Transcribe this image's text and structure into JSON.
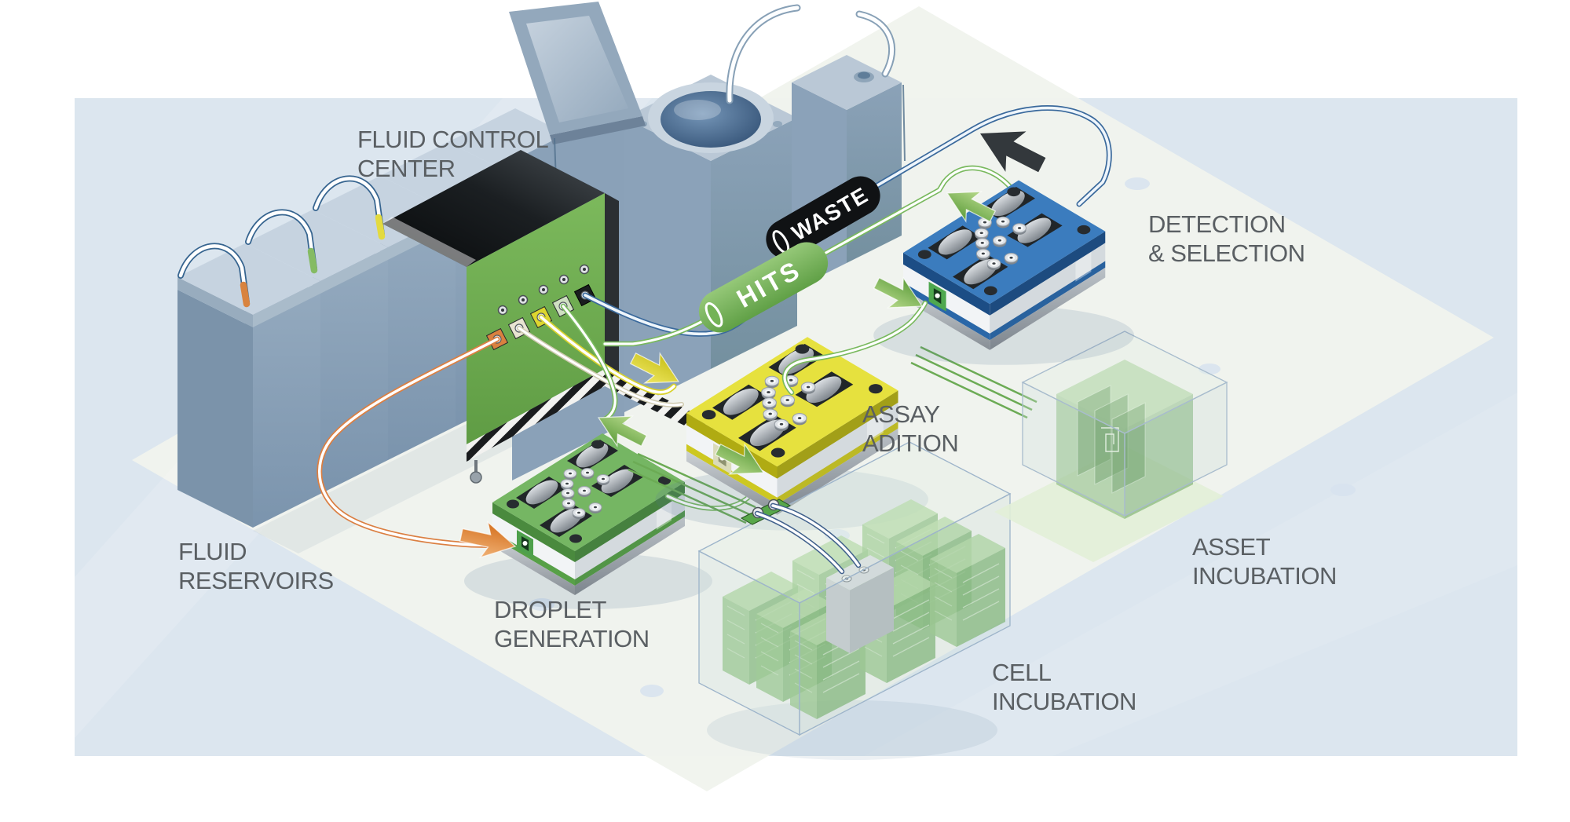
{
  "illustration": {
    "labels": {
      "fluid_control_center": [
        "FLUID CONTROL",
        "CENTER"
      ],
      "fluid_reservoirs": [
        "FLUID",
        "RESERVOIRS"
      ],
      "droplet_generation": [
        "DROPLET",
        "GENERATION"
      ],
      "assay_adition": [
        "ASSAY",
        "ADITION"
      ],
      "cell_incubation": [
        "CELL",
        "INCUBATION"
      ],
      "asset_incubation": [
        "ASSET",
        "INCUBATION"
      ],
      "detection_selection": [
        "DETECTION",
        "& SELECTION"
      ]
    },
    "flow_tags": {
      "waste": "WASTE",
      "hits": "HITS"
    },
    "colors": {
      "background_panel": "#dce6ef",
      "platform": "#f0f4ed",
      "label_text": "#5a5f63",
      "reservoir_body": "#8ba2b9",
      "control_center_green": "#6fae4e",
      "control_center_top": "#16181a",
      "droplet_chip": "#6db25a",
      "assay_chip": "#e5e032",
      "detection_chip": "#2f74ba",
      "tube_orange": "#db7f42",
      "tube_yellow": "#d9d22e",
      "tube_green": "#79b95e",
      "tube_blue": "#4a79a8",
      "waste_tag_bg": "#101214",
      "waste_tag_text": "#ffffff",
      "hits_tag_bg": "#74b356",
      "hits_tag_text": "#ffffff",
      "incubation_green": "#a8d296"
    }
  }
}
